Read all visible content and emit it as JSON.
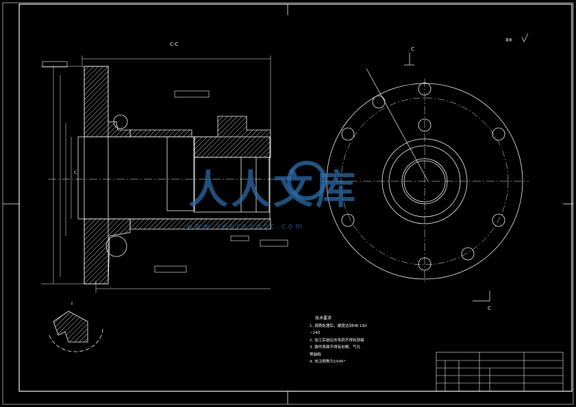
{
  "drawing": {
    "section_label": "C-C",
    "view_mark_left": "C",
    "view_mark_right": "C",
    "detail_label": "I",
    "roughness_note": "其余",
    "colors": {
      "background": "#000000",
      "line": "#ffffff",
      "hatch": "#ffffff",
      "watermark": "#2f6fb0"
    }
  },
  "notes": {
    "title": "技术要求",
    "items": [
      "1. 调质处理后，硬度达到HB 190",
      "~240",
      "2. 加工后锐边去毛刺不得有划痕",
      "3. 铸件表面不得有砂眼，气孔",
      "等缺陷",
      "4. 未注倒角为1X45°"
    ]
  },
  "watermark": {
    "text": "人人文库",
    "url": "w w w . r e n r e n d o c . c o m"
  }
}
